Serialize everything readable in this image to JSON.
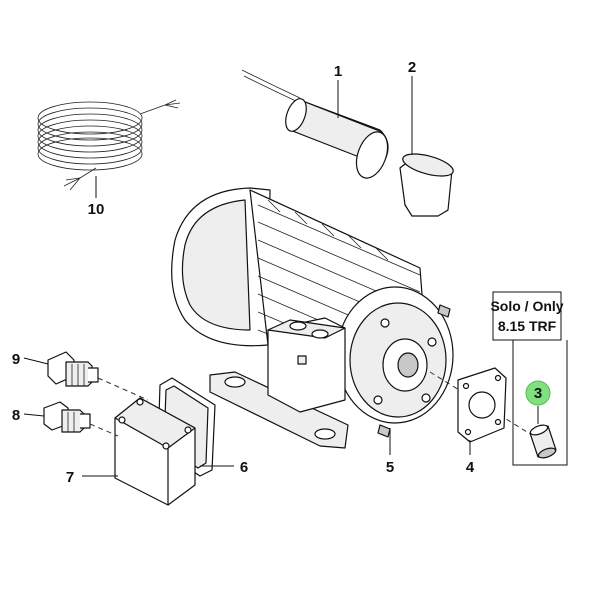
{
  "callouts": {
    "c1": "1",
    "c2": "2",
    "c3": "3",
    "c4": "4",
    "c5": "5",
    "c6": "6",
    "c7": "7",
    "c8": "8",
    "c9": "9",
    "c10": "10"
  },
  "note_box": {
    "line1": "Solo / Only",
    "line2": "8.15 TRF"
  },
  "colors": {
    "highlight": "#7ee07e",
    "ink": "#111111"
  }
}
